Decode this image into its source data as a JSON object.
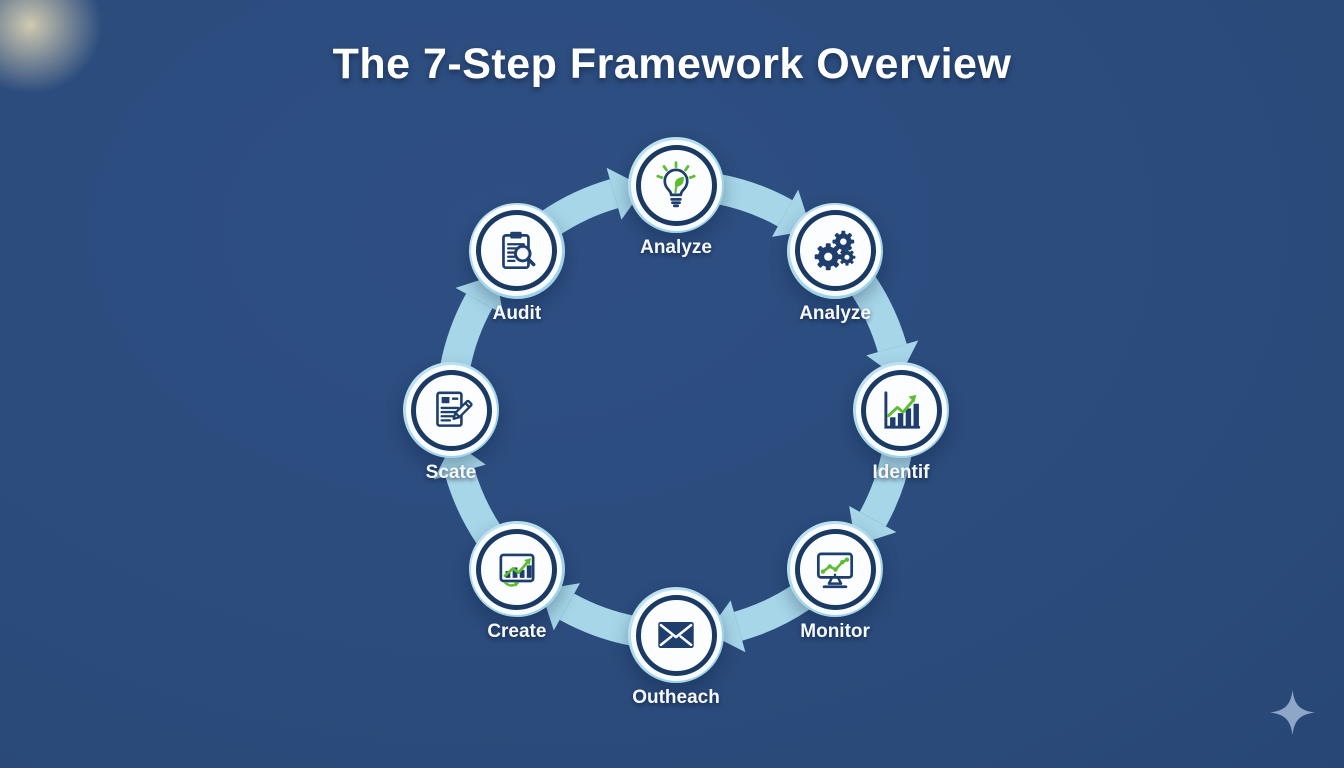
{
  "slide": {
    "title": "The 7-Step Framework Overview"
  },
  "steps": [
    {
      "label": "Analyze",
      "icon": "lightbulb-leaf-icon",
      "position": "top"
    },
    {
      "label": "Analyze",
      "icon": "gears-icon",
      "position": "top-right"
    },
    {
      "label": "Identif",
      "icon": "bar-chart-growth-icon",
      "position": "right"
    },
    {
      "label": "Monitor",
      "icon": "monitor-chart-icon",
      "position": "bottom-right"
    },
    {
      "label": "Outheach",
      "icon": "envelope-icon",
      "position": "bottom"
    },
    {
      "label": "Create",
      "icon": "framed-chart-icon",
      "position": "bottom-left"
    },
    {
      "label": "Scate",
      "icon": "document-pencil-icon",
      "position": "left"
    },
    {
      "label": "Audit",
      "icon": "clipboard-search-icon",
      "position": "top-left"
    }
  ],
  "colors": {
    "background": "#2a4a7a",
    "arrow": "#a7d6e9",
    "circle_ring": "#1a3a64",
    "circle_fill": "#fbfdfe",
    "icon_primary": "#1e3f6e",
    "icon_accent": "#5bbd2f",
    "title_text": "#ffffff",
    "label_text": "#f6f9fc",
    "sparkle": "#8ea7c7"
  },
  "decorations": {
    "sparkle": "four-point-star",
    "corner_glow": "warm-glow-top-left"
  }
}
